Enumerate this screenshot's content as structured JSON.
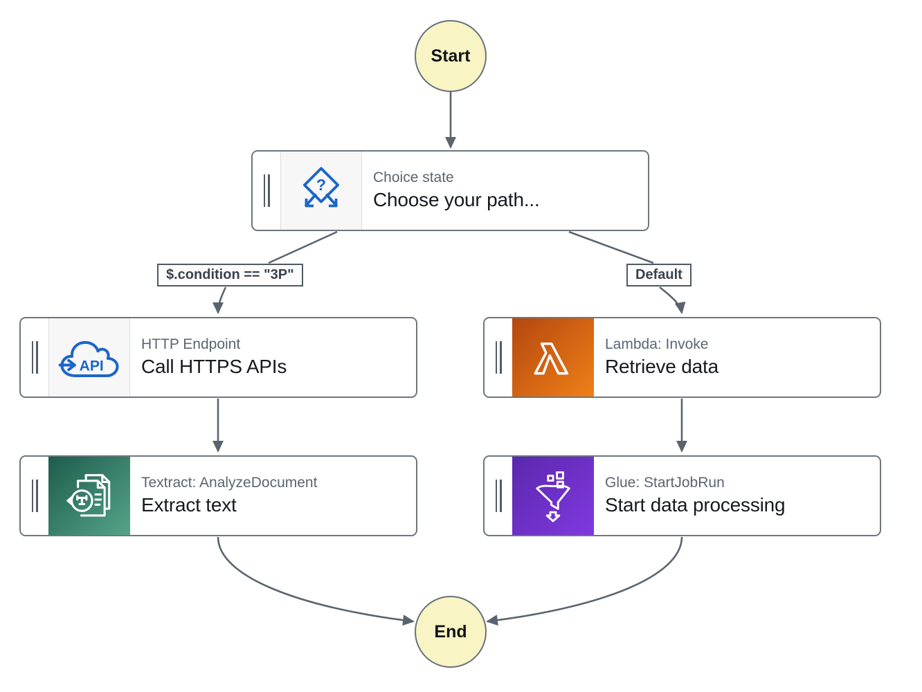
{
  "terminals": {
    "start": "Start",
    "end": "End"
  },
  "edges": {
    "condition_label": "$.condition == \"3P\"",
    "default_label": "Default"
  },
  "nodes": {
    "choice": {
      "type": "Choice state",
      "name": "Choose your path...",
      "icon": "choice-branch-icon"
    },
    "http": {
      "type": "HTTP Endpoint",
      "name": "Call HTTPS APIs",
      "icon": "api-cloud-icon"
    },
    "lambda": {
      "type": "Lambda: Invoke",
      "name": "Retrieve data",
      "icon": "lambda-icon"
    },
    "textract": {
      "type": "Textract: AnalyzeDocument",
      "name": "Extract text",
      "icon": "textract-document-icon"
    },
    "glue": {
      "type": "Glue: StartJobRun",
      "name": "Start data processing",
      "icon": "glue-funnel-icon"
    }
  },
  "colors": {
    "connector": "#5a646e",
    "node_border": "#6d767e",
    "node_type_text": "#5b6570",
    "node_name_text": "#16191f",
    "terminal_fill": "#f8f4c4",
    "terminal_border": "#67717c",
    "icon_blue": "#1b66c9",
    "icon_area_gray": "#f7f7f7",
    "lambda_gradient": [
      "#b3470f",
      "#f08018"
    ],
    "textract_gradient": [
      "#1d5c4d",
      "#55a489"
    ],
    "glue_gradient": [
      "#5b28ad",
      "#8039e0"
    ]
  }
}
